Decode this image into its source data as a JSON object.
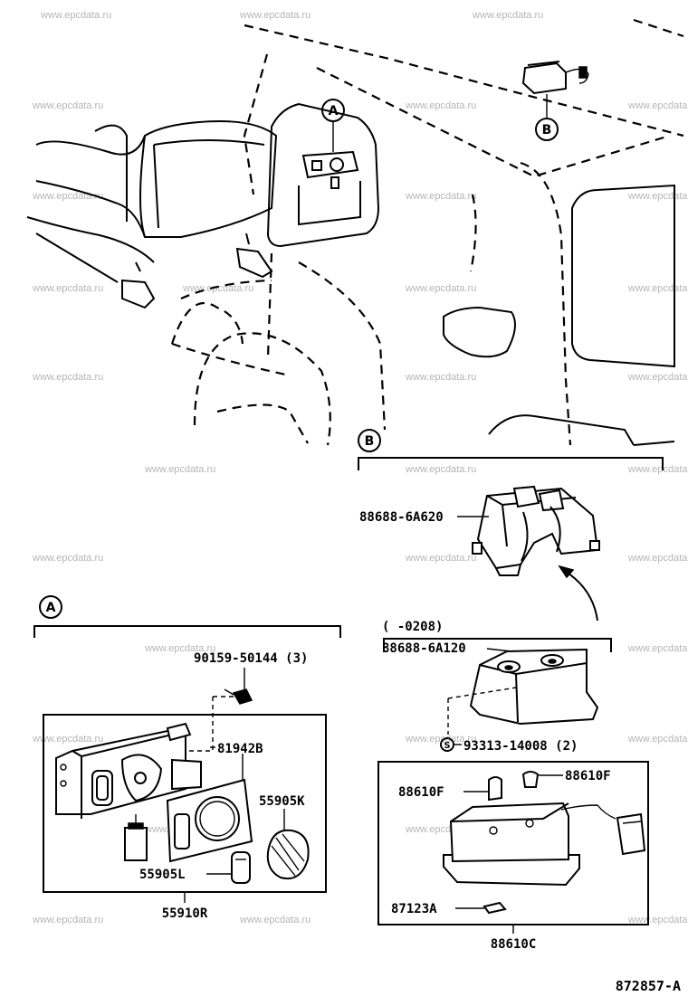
{
  "watermark": "www.epcdata.ru",
  "figure_number": "872857-A",
  "callouts": {
    "a": "A",
    "b": "B"
  },
  "parts": {
    "p88688_6A620": "88688-6A620",
    "range_0208": "(      -0208)",
    "p88688_6A120": "88688-6A120",
    "p93313_14008": "93313-14008 (2)",
    "p93313_symbol": "S",
    "p88610F_left": "88610F",
    "p88610F_right": "88610F",
    "p87123A": "87123A",
    "p88610C": "88610C",
    "p90159_50144": "90159-50144 (3)",
    "p81942B": "81942B",
    "p55905K": "55905K",
    "p55905L": "55905L",
    "p55910R": "55910R"
  }
}
